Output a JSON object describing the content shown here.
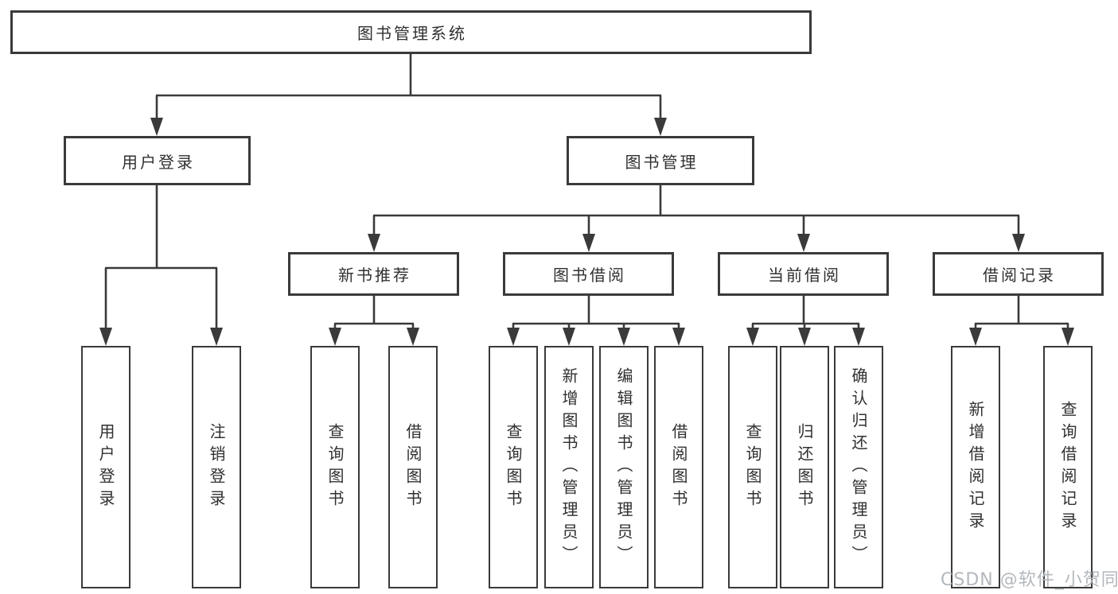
{
  "tree": {
    "root": {
      "label": "图书管理系统"
    },
    "branches": [
      {
        "label": "用户登录",
        "children": [
          {
            "label": "用户登录"
          },
          {
            "label": "注销登录"
          }
        ]
      },
      {
        "label": "图书管理",
        "children": [
          {
            "label": "新书推荐",
            "children": [
              {
                "label": "查询图书"
              },
              {
                "label": "借阅图书"
              }
            ]
          },
          {
            "label": "图书借阅",
            "children": [
              {
                "label": "查询图书"
              },
              {
                "label": "新增图书（管理员）"
              },
              {
                "label": "编辑图书（管理员）"
              },
              {
                "label": "借阅图书"
              }
            ]
          },
          {
            "label": "当前借阅",
            "children": [
              {
                "label": "查询图书"
              },
              {
                "label": "归还图书"
              },
              {
                "label": "确认归还（管理员）"
              }
            ]
          },
          {
            "label": "借阅记录",
            "children": [
              {
                "label": "新增借阅记录"
              },
              {
                "label": "查询借阅记录"
              }
            ]
          }
        ]
      }
    ]
  },
  "watermark": "CSDN @软件_小贺同学",
  "colors": {
    "line": "#3a3a3a",
    "box_border": "#3a3a3a",
    "box_fill": "#ffffff",
    "text": "#303030",
    "watermark": "#b3b8bd",
    "background": "#ffffff"
  }
}
